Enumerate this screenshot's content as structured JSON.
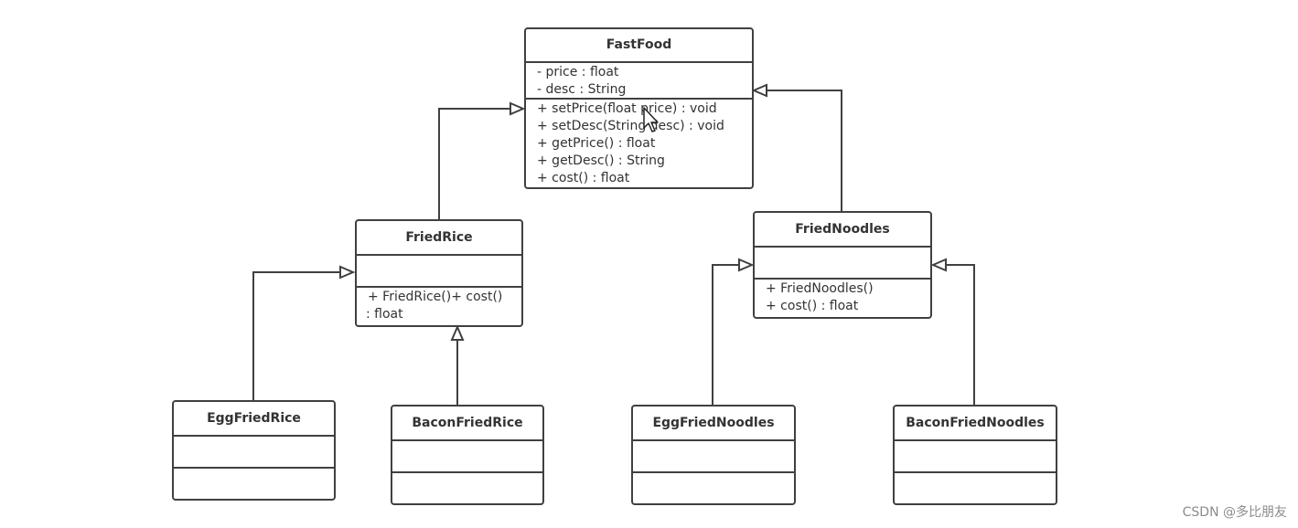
{
  "classes": {
    "fastfood": {
      "name": "FastFood",
      "attributes": [
        "- price : float",
        "- desc : String"
      ],
      "methods": [
        "+ setPrice(float price) : void",
        "+ setDesc(String desc) : void",
        "+ getPrice() : float",
        "+ getDesc() : String",
        "+ cost() : float"
      ]
    },
    "friedrice": {
      "name": "FriedRice",
      "attributes": [],
      "methods": [
        "+ FriedRice()+ cost()",
        ": float"
      ]
    },
    "friednoodles": {
      "name": "FriedNoodles",
      "attributes": [],
      "methods": [
        "+ FriedNoodles()",
        "+ cost() : float"
      ]
    },
    "eggfriedrice": {
      "name": "EggFriedRice",
      "attributes": [],
      "methods": []
    },
    "baconfriedrice": {
      "name": "BaconFriedRice",
      "attributes": [],
      "methods": []
    },
    "eggfriednoodles": {
      "name": "EggFriedNoodles",
      "attributes": [],
      "methods": []
    },
    "baconfriednoodles": {
      "name": "BaconFriedNoodles",
      "attributes": [],
      "methods": []
    }
  },
  "relationships": [
    {
      "type": "generalization",
      "from": "FriedRice",
      "to": "FastFood"
    },
    {
      "type": "generalization",
      "from": "FriedNoodles",
      "to": "FastFood"
    },
    {
      "type": "generalization",
      "from": "EggFriedRice",
      "to": "FriedRice"
    },
    {
      "type": "generalization",
      "from": "BaconFriedRice",
      "to": "FriedRice"
    },
    {
      "type": "generalization",
      "from": "EggFriedNoodles",
      "to": "FriedNoodles"
    },
    {
      "type": "generalization",
      "from": "BaconFriedNoodles",
      "to": "FriedNoodles"
    }
  ],
  "watermark": "CSDN @多比朋友",
  "colors": {
    "line": "#404040",
    "text": "#333333",
    "watermark": "#8c8c8c"
  },
  "icons": {
    "cursor": "mouse-pointer-icon"
  }
}
